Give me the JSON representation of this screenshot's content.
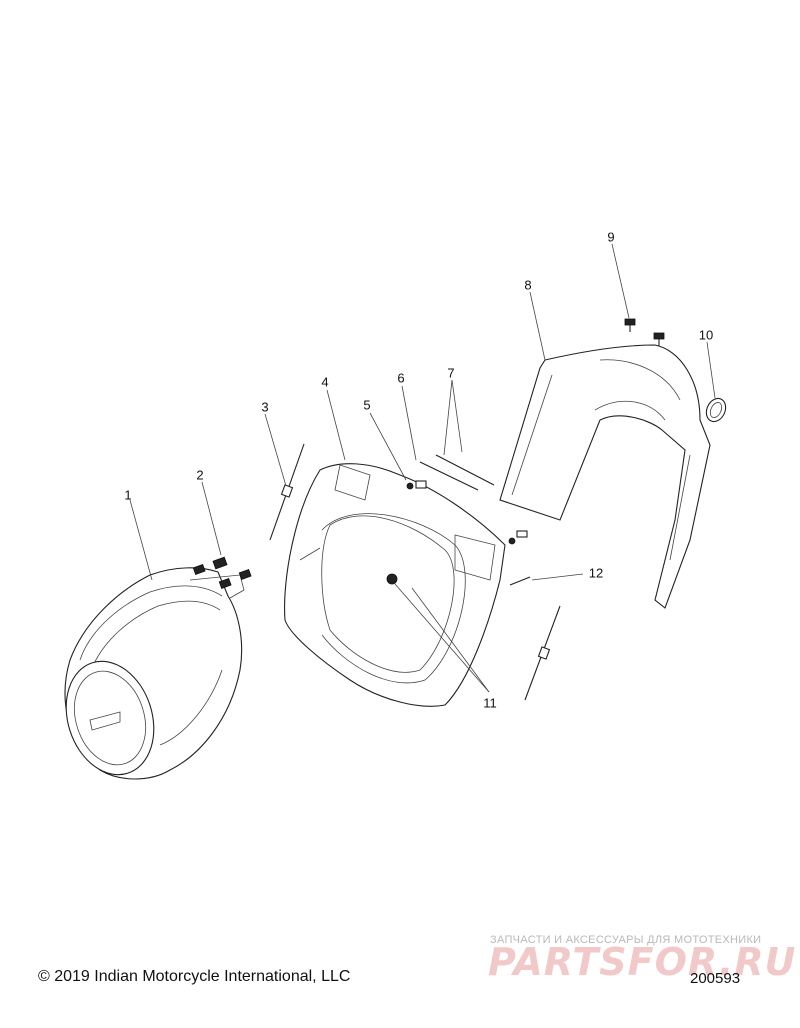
{
  "callouts": [
    "1",
    "2",
    "3",
    "4",
    "5",
    "6",
    "7",
    "8",
    "9",
    "10",
    "11",
    "12"
  ],
  "footer": {
    "copyright": "© 2019 Indian Motorcycle International, LLC",
    "diagram_id": "200593"
  },
  "watermark": {
    "tagline": "ЗАПЧАСТИ И АКСЕССУАРЫ ДЛЯ МОТОТЕХНИКИ",
    "logo": "PARTSFOR.RU"
  }
}
